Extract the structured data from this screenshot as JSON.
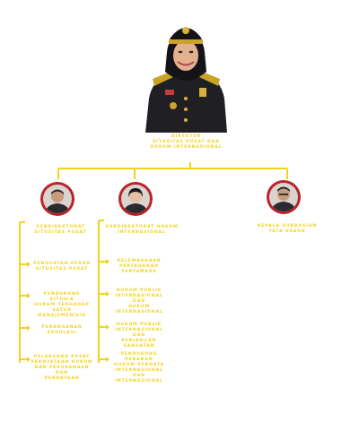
{
  "top": {
    "title": "DIREKTUR\nSITUSITAS PUSAT DAN\nHUKUM INTERNASIONAL"
  },
  "units": [
    {
      "title": "SUBDIREKTORAT\nSITUSITAS PUSAT",
      "items": [
        "PENGUATAN PERAN\nSITUSITAS PUSAT",
        "PENDUKUNG SITUSIA\nHUKUM TERHADAP\nSATUR MANAJEMENISIA",
        "PENANGANAN\nREGULASI",
        "PELAKSANA PUSAT\nPERNYATAAN HUKUM\nDAN PERUSAHAAN DAN\nPERDATAAN"
      ]
    },
    {
      "title": "SUBDIREKTORAT HUKUM\nINTERNASIONAL",
      "items": [
        "KELEMBAGAAN\nPERTAHANAN PERTAMBAS",
        "HUKUM PUBLIK\nINTERNASIONAL DAN\nHUKUM\nINTERNASIONAL",
        "HUKUM PUBLIK\nINTERNASIONAL DAN\nPERJANJIAN\nSANGATAN",
        "PENDUKUNG PERANAN\nHUKUM PERDATA\nINTERNASIONAL DAN\nINTERNASIONAL"
      ]
    },
    {
      "title": "KEPALA SUBBAGIAN\nTATA USAHA",
      "items": []
    }
  ],
  "colors": {
    "line": "#f2d21b",
    "avatar_ring": "#b8242a",
    "uniform": "#1f1f24"
  }
}
